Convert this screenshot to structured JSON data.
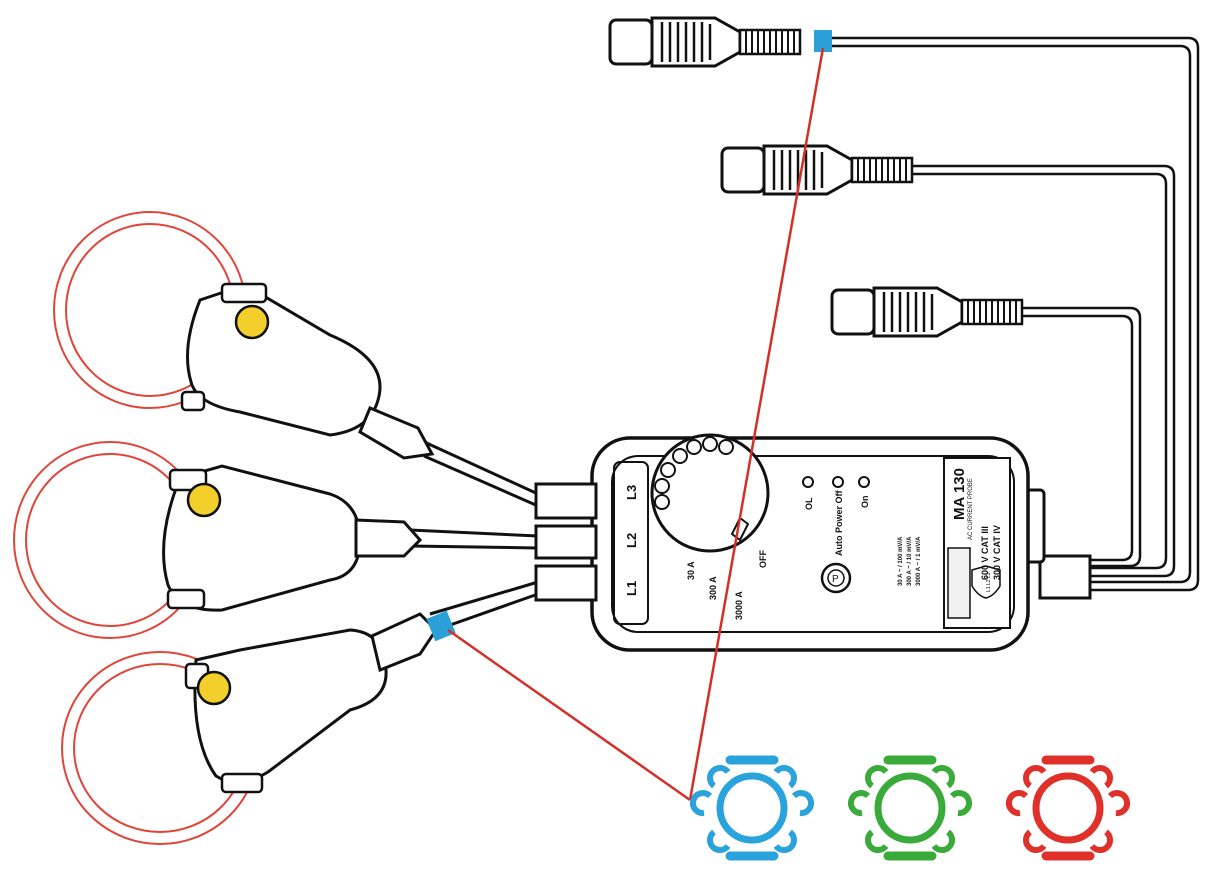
{
  "device": {
    "model": "MA 130",
    "subtitle": "AC CURRENT PROBE",
    "cat1": "600 V CAT III",
    "cat2": "300 V CAT IV",
    "ranges": [
      "30 A",
      "300 A",
      "3000 A"
    ],
    "off": "OFF",
    "leds": [
      "OL",
      "Auto Power Off",
      "On"
    ],
    "specs": [
      "30 A ~ / 100 mV/A",
      "300 A ~ / 10 mV/A",
      "3000 A ~ / 1 mV/A"
    ],
    "button_label": "P",
    "logo": "L1 L2 L3"
  },
  "inputs": {
    "l1": "L1",
    "l2": "L2",
    "l3": "L3"
  },
  "colors": {
    "loop": "#e0453a",
    "marker": "#2a9fd8",
    "ring_blue": "#2aa3dc",
    "ring_green": "#3aaa3a",
    "ring_red": "#e0302a",
    "dot": "#f2cf2a",
    "callout": "#d4302a"
  }
}
